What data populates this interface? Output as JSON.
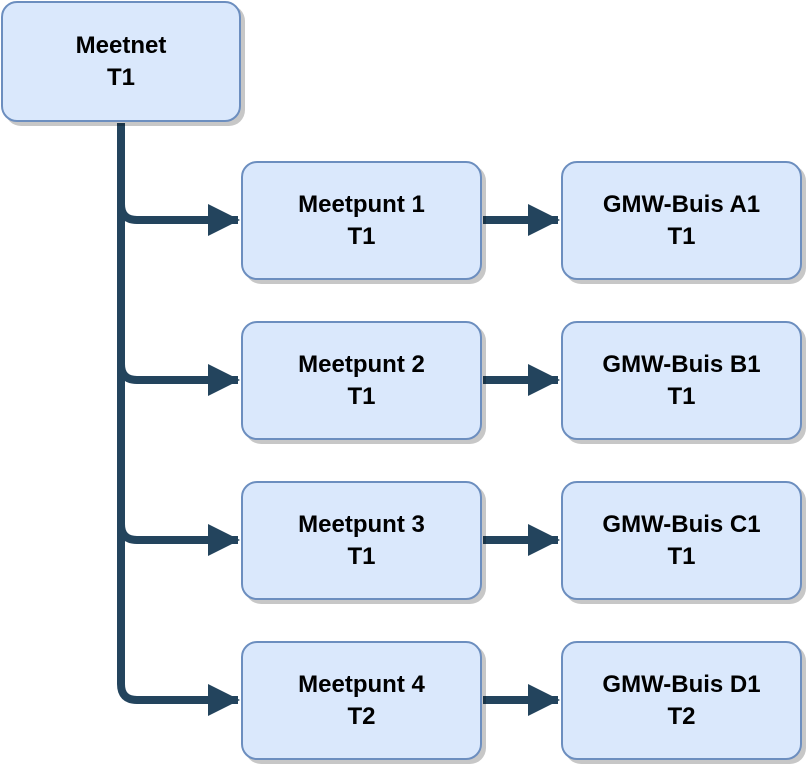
{
  "diagram": {
    "root": {
      "name": "Meetnet",
      "tag": "T1"
    },
    "branches": [
      {
        "meetpunt": {
          "name": "Meetpunt 1",
          "tag": "T1"
        },
        "buis": {
          "name": "GMW-Buis A1",
          "tag": "T1"
        }
      },
      {
        "meetpunt": {
          "name": "Meetpunt 2",
          "tag": "T1"
        },
        "buis": {
          "name": "GMW-Buis B1",
          "tag": "T1"
        }
      },
      {
        "meetpunt": {
          "name": "Meetpunt 3",
          "tag": "T1"
        },
        "buis": {
          "name": "GMW-Buis C1",
          "tag": "T1"
        }
      },
      {
        "meetpunt": {
          "name": "Meetpunt 4",
          "tag": "T2"
        },
        "buis": {
          "name": "GMW-Buis D1",
          "tag": "T2"
        }
      }
    ]
  },
  "colors": {
    "node_fill": "#dae8fc",
    "node_border": "#6c8ebf",
    "connector": "#23445d"
  }
}
